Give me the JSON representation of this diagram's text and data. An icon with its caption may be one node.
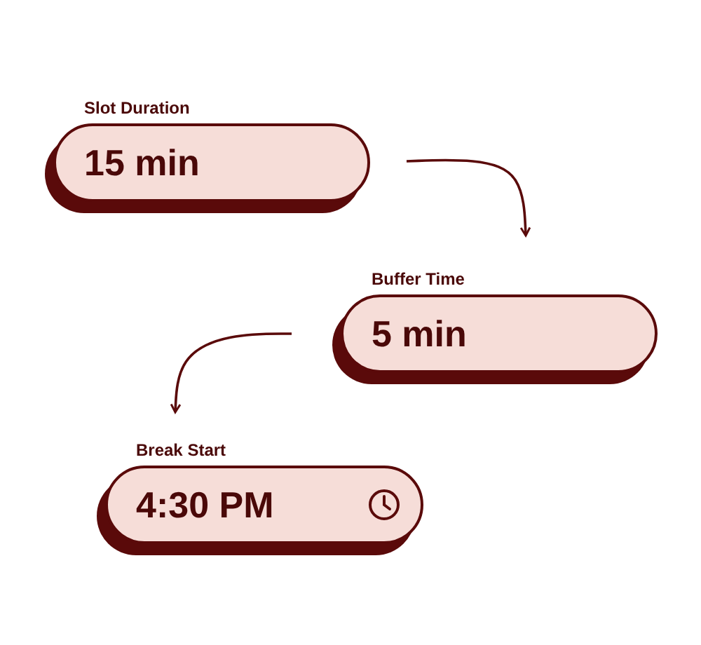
{
  "diagram": {
    "nodes": [
      {
        "text": [
          "Slot Duration",
          "15 min"
        ]
      },
      {
        "text": [
          "Buffer Time",
          "5 min"
        ]
      },
      {
        "text": [
          "Break Start",
          "4:30 PM"
        ]
      }
    ],
    "edges": [
      {
        "from": 0,
        "to": 1,
        "arrow": "to"
      },
      {
        "from": 1,
        "to": 2,
        "arrow": "to"
      }
    ]
  }
}
